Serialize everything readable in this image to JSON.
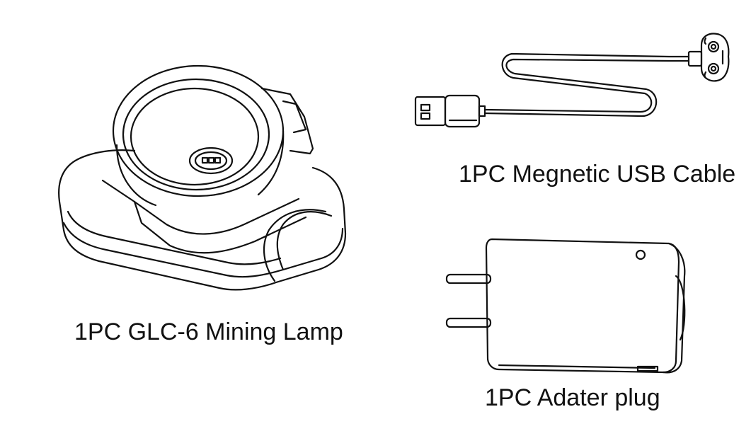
{
  "items": [
    {
      "id": "lamp",
      "caption": "1PC GLC-6 Mining Lamp",
      "icon": "mining-lamp-icon"
    },
    {
      "id": "cable",
      "caption": "1PC Megnetic USB Cable",
      "icon": "usb-cable-icon"
    },
    {
      "id": "adapter",
      "caption": "1PC Adater plug",
      "icon": "adapter-plug-icon"
    }
  ],
  "colors": {
    "line": "#111111",
    "background": "#ffffff"
  }
}
